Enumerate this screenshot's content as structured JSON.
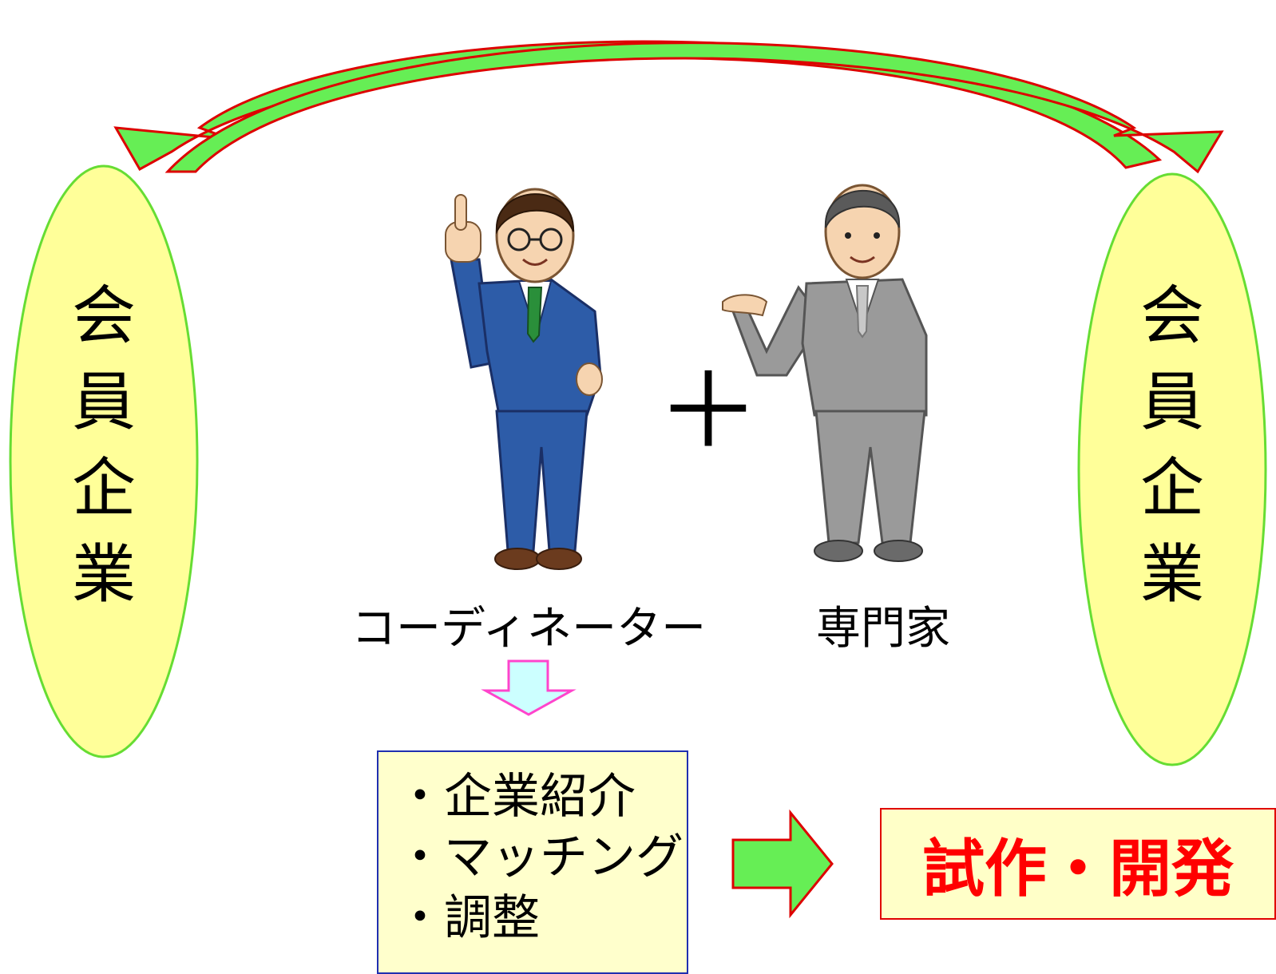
{
  "left_member": {
    "chars": [
      "会",
      "員",
      "企",
      "業"
    ]
  },
  "right_member": {
    "chars": [
      "会",
      "員",
      "企",
      "業"
    ]
  },
  "coordinator": {
    "label": "コーディネーター"
  },
  "expert": {
    "label": "専門家"
  },
  "plus": "＋",
  "tasks": [
    "・企業紹介",
    "・マッチング",
    "・調整"
  ],
  "result": "試作・開発",
  "colors": {
    "ellipse_fill": "#ffff99",
    "ellipse_border": "#66dd33",
    "arrow_green": "#66ee55",
    "arrow_red": "#dd0000",
    "down_arrow_fill": "#ccffff",
    "down_arrow_border": "#ff44cc",
    "task_box_fill": "#ffffcc",
    "task_box_border": "#1f2fb0",
    "result_box_fill": "#ffffc8",
    "result_text": "#ff0000"
  }
}
